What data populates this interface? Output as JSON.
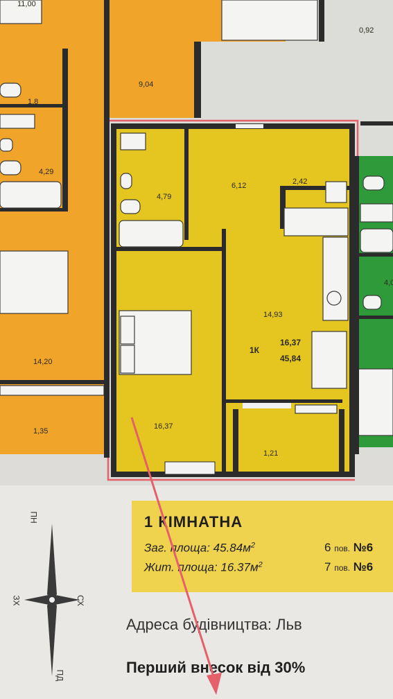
{
  "rooms": {
    "left_top": "11,00",
    "hall_left": "9,04",
    "bath_left_small": "1,8",
    "bath_left": "4,29",
    "room_left": "14,20",
    "balcony_left": "1,35",
    "right_top": "0,92",
    "bath": "4,79",
    "corridor": "6,12",
    "wc": "2,42",
    "kitchen": "14,93",
    "bedroom": "16,37",
    "balcony": "1,21",
    "right_edge": "4,0",
    "unit_tag": "1К",
    "living_area": "16,37",
    "total_area": "45,84"
  },
  "info": {
    "title": "1 КІМНАТНА",
    "total_label": "Заг. площа: 45.84м",
    "living_label": "Жит. площа: 16.37м",
    "sup": "2",
    "floor1_num": "6",
    "floor1_unit": "пов.",
    "floor1_no": "№6",
    "floor2_num": "7",
    "floor2_unit": "пов.",
    "floor2_no": "№6"
  },
  "address": "Адреса будівництва: Льв",
  "deposit": "Перший внесок від 30%",
  "compass": {
    "n": "ПН",
    "s": "ПД",
    "w": "ЗХ",
    "e": "СХ"
  },
  "colors": {
    "orange": "#f0a52a",
    "yellow": "#e5c51f",
    "green": "#2f9a3a",
    "wall": "#2b2b2b",
    "highlight": "#e4606a"
  }
}
